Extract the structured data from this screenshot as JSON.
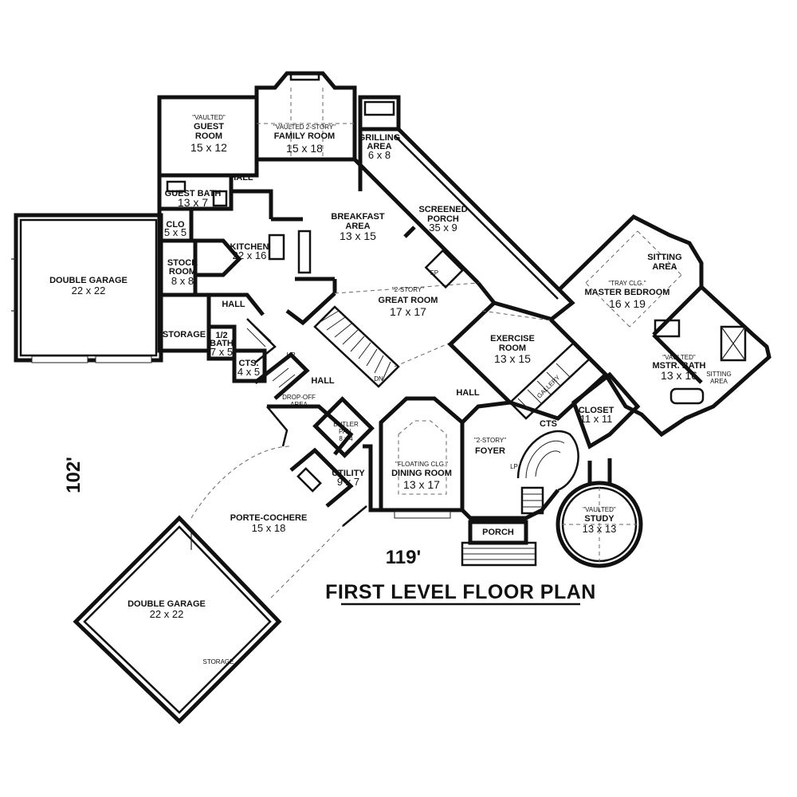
{
  "plan_title": "FIRST LEVEL FLOOR PLAN",
  "width_label": "119'",
  "depth_label": "102'",
  "rooms": {
    "guest_room": {
      "note": "\"VAULTED\"",
      "name1": "GUEST",
      "name2": "ROOM",
      "dims": "15 x 12"
    },
    "family_room": {
      "note": "\"VAULTED 2-STORY\"",
      "name": "FAMILY ROOM",
      "dims": "15 x 18"
    },
    "grilling": {
      "name1": "GRILLING",
      "name2": "AREA",
      "dims": "6 x 8"
    },
    "guest_bath": {
      "name": "GUEST BATH",
      "dims": "13 x 7"
    },
    "clo": {
      "name": "CLO",
      "dims": "5 x 5"
    },
    "double_garage_top": {
      "name": "DOUBLE GARAGE",
      "dims": "22 x 22"
    },
    "stock_room": {
      "name1": "STOCK",
      "name2": "ROOM",
      "dims": "8 x 8"
    },
    "kitchen": {
      "name": "KITCHEN",
      "dims": "22 x 16"
    },
    "breakfast": {
      "name1": "BREAKFAST",
      "name2": "AREA",
      "dims": "13 x 15"
    },
    "screened_porch": {
      "name1": "SCREENED",
      "name2": "PORCH",
      "dims": "35 x 9"
    },
    "great_room": {
      "note": "\"2-STORY\"",
      "name": "GREAT ROOM",
      "dims": "17 x 17"
    },
    "storage_top": {
      "name": "STORAGE"
    },
    "half_bath": {
      "name1": "1/2",
      "name2": "BATH",
      "dims": "7 x 5"
    },
    "cts_left": {
      "name": "CTS.",
      "dims": "4 x 5"
    },
    "hall_a": {
      "name": "HALL"
    },
    "hall_b": {
      "name": "HALL"
    },
    "hall_c": {
      "name": "HALL"
    },
    "hall_d": {
      "name": "HALL"
    },
    "exercise": {
      "name1": "EXERCISE",
      "name2": "ROOM",
      "dims": "13 x 15"
    },
    "sitting_area": {
      "name1": "SITTING",
      "name2": "AREA"
    },
    "master_bedroom": {
      "note": "\"TRAY CLG.\"",
      "name": "MASTER BEDROOM",
      "dims": "16 x 19"
    },
    "master_bath": {
      "note": "\"VAULTED\"",
      "name": "MSTR. BATH",
      "dims": "13 x 16"
    },
    "sitting_area_small": {
      "name1": "SITTING",
      "name2": "AREA"
    },
    "gallery": {
      "name": "GALLERY"
    },
    "closet": {
      "name": "CLOSET",
      "dims": "11 x 11"
    },
    "drop_off": {
      "name1": "DROP-OFF",
      "name2": "AREA"
    },
    "butler": {
      "name1": "BUTLER",
      "name2": "PAN.",
      "dims": "8 x 4"
    },
    "dining": {
      "note": "\"FLOATING CLG.\"",
      "name": "DINING ROOM",
      "dims": "13 x 17"
    },
    "foyer": {
      "note": "\"2-STORY\"",
      "name": "FOYER"
    },
    "cts_right": {
      "name": "CTS"
    },
    "utility": {
      "name": "UTILITY",
      "dims": "9 x 7"
    },
    "porte_cochere": {
      "name": "PORTE-COCHERE",
      "dims": "15 x 18"
    },
    "porch": {
      "name": "PORCH"
    },
    "study": {
      "note": "\"VAULTED\"",
      "name": "STUDY",
      "dims": "13 x 13"
    },
    "double_garage_bottom": {
      "name": "DOUBLE GARAGE",
      "dims": "22 x 22"
    },
    "storage_bottom": {
      "name": "STORAGE"
    }
  },
  "small_notes": {
    "up_stair": "UP",
    "fp": "FP",
    "dn": "DN",
    "lp": "LP"
  }
}
